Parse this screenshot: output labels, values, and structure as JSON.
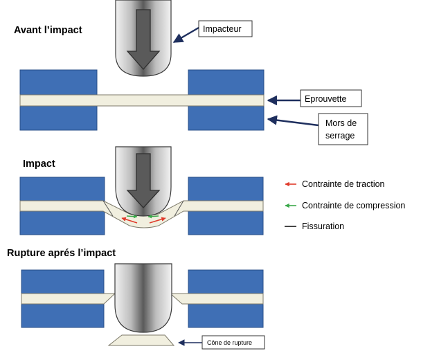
{
  "stages": {
    "before": {
      "title": "Avant l’impact"
    },
    "impact": {
      "title": "Impact"
    },
    "after": {
      "title": "Rupture aprés l’impact"
    }
  },
  "labels": {
    "impactor": "Impacteur",
    "specimen": "Eprouvette",
    "clamp_line1": "Mors de",
    "clamp_line2": "serrage",
    "rupture_cone": "Cône de rupture"
  },
  "legend": [
    {
      "key": "traction",
      "label": "Contrainte de traction",
      "color": "#e03a2a"
    },
    {
      "key": "compression",
      "label": "Contrainte de compression",
      "color": "#3aa84a"
    },
    {
      "key": "crack",
      "label": "Fissuration",
      "color": "#2b2b2b"
    }
  ],
  "colors": {
    "clamp_fill": "#3f6fb5",
    "clamp_stroke": "#2a4f88",
    "specimen_fill": "#f1efdf",
    "specimen_stroke": "#7d7a6a",
    "arrow_fill": "#5a5a5a",
    "pointer": "#1e2f5e"
  }
}
